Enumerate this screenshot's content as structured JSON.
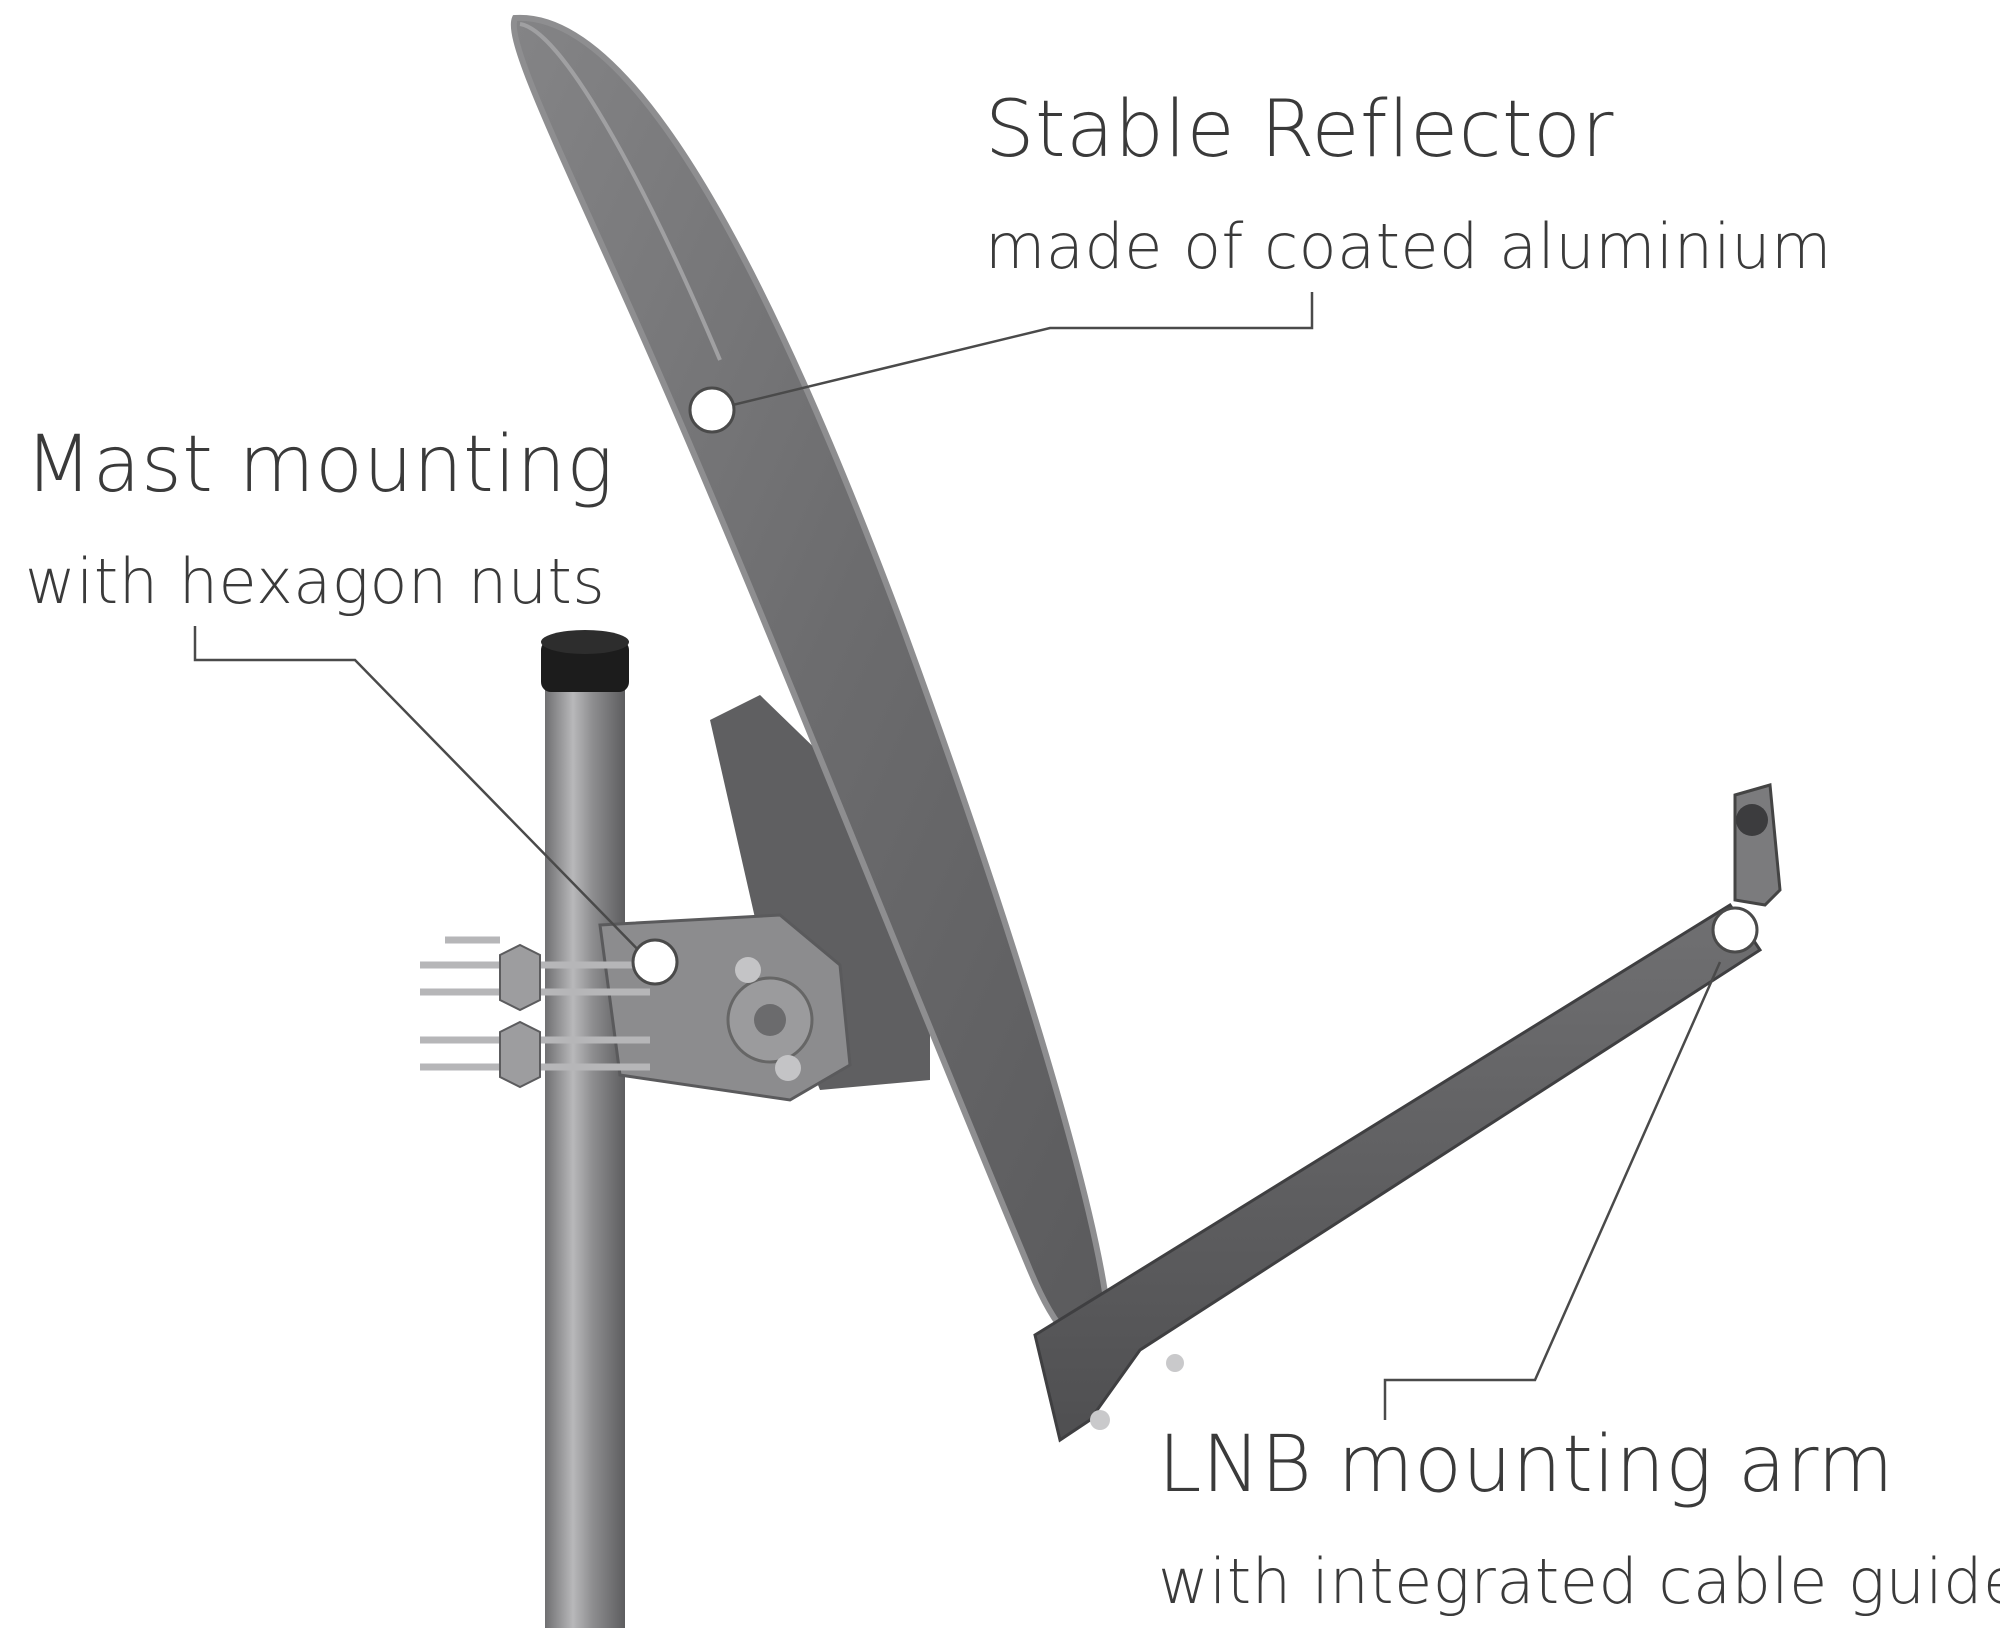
{
  "callouts": {
    "reflector": {
      "title": "Stable Reflector",
      "subtitle": "made of coated aluminium"
    },
    "mast": {
      "title": "Mast mounting",
      "subtitle": "with hexagon nuts"
    },
    "lnb_arm": {
      "title": "LNB mounting arm",
      "subtitle": "with integrated cable guide"
    }
  },
  "colors": {
    "text": "#3a3a3a",
    "leader_line": "#4a4a4a",
    "dish": "#6e6e70",
    "dish_rim": "#8a8a8c",
    "mast": "#8e8e90",
    "background": "#ffffff"
  }
}
